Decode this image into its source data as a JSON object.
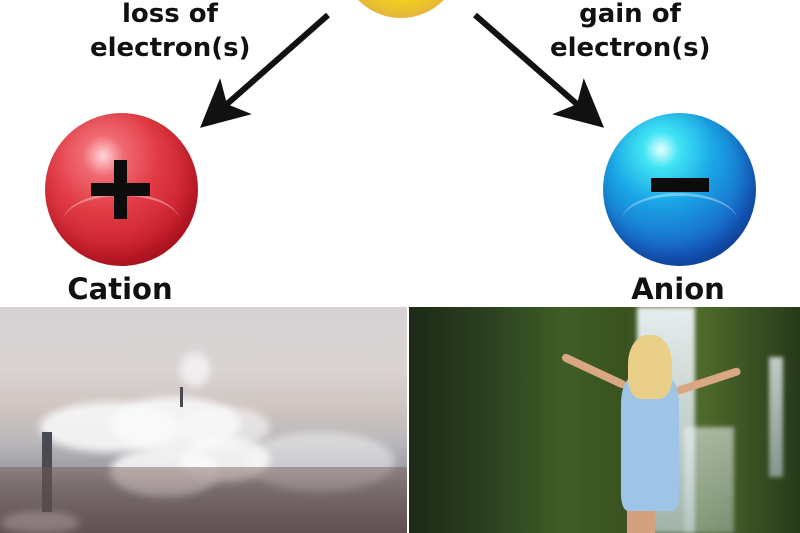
{
  "diagram": {
    "left_process": [
      "loss of",
      "electron(s)"
    ],
    "right_process": [
      "gain of",
      "electron(s)"
    ],
    "cation": {
      "label": "Cation",
      "symbol": "+",
      "color": "#d9252f"
    },
    "anion": {
      "label": "Anion",
      "symbol": "−",
      "color": "#1a74d4"
    },
    "neutral_atom_color": "#f4d21a"
  },
  "photos": {
    "left": {
      "subject": "industrial smokestacks emitting smoke over city"
    },
    "right": {
      "subject": "woman in light blue dress facing waterfall with mossy rocks"
    }
  }
}
